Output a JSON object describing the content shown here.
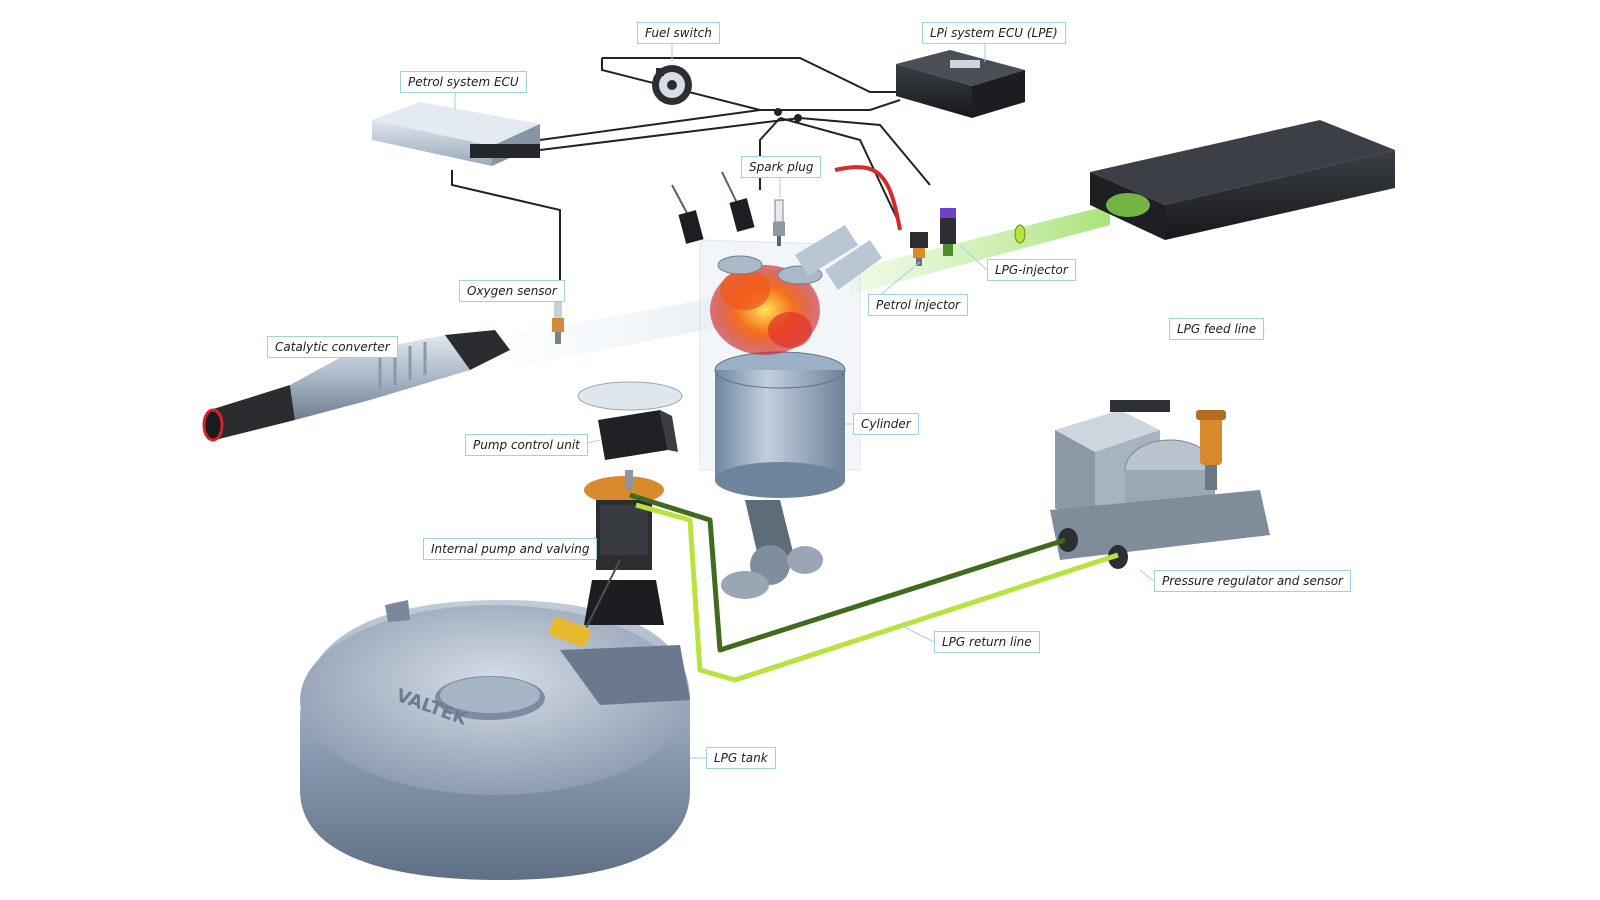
{
  "labels": {
    "fuel_switch": "Fuel switch",
    "lpi_ecu": "LPi system ECU (LPE)",
    "petrol_ecu": "Petrol system ECU",
    "spark_plug": "Spark plug",
    "lpg_injector": "LPG-injector",
    "oxygen_sensor": "Oxygen sensor",
    "petrol_injector": "Petrol injector",
    "lpg_feed_line": "LPG feed line",
    "catalytic_converter": "Catalytic converter",
    "cylinder": "Cylinder",
    "pump_control_unit": "Pump control unit",
    "internal_pump": "Internal pump and valving",
    "pressure_regulator": "Pressure regulator and sensor",
    "lpg_return_line": "LPG return line",
    "lpg_tank": "LPG tank"
  },
  "tank_brand": "VALTEK",
  "colors": {
    "callout_border": "#9fd3dc",
    "feed_line": "#b9e23c",
    "return_line": "#3f6b1e",
    "wiring": "#222222",
    "tank": "#8f9eb3",
    "ecu": "#b9c4d1",
    "module": "#2a2d31",
    "flame": "#f26a1b",
    "cylinder": "#8ea5bd",
    "pipe": "#a9b7c6",
    "intake_glow": "#c6ef9a"
  }
}
